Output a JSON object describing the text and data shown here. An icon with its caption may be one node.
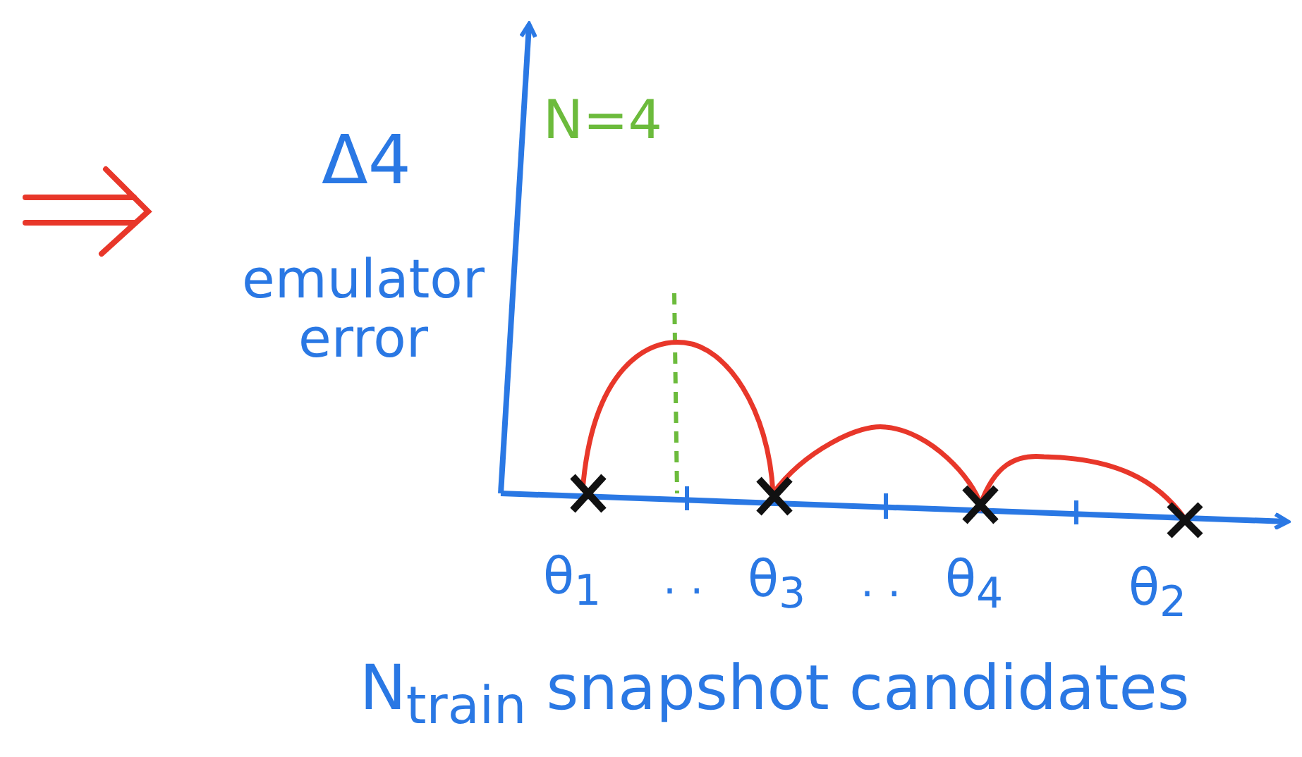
{
  "diagram": {
    "labels": [
      "N=4",
      "Δ4",
      "emulator error",
      "θ$_{1}$",
      ". .",
      "θ$_{3}$",
      ". .",
      "θ$_{4}$",
      "θ$_{2}$",
      "N$_{train}$ snapshot candidates"
    ]
  }
}
